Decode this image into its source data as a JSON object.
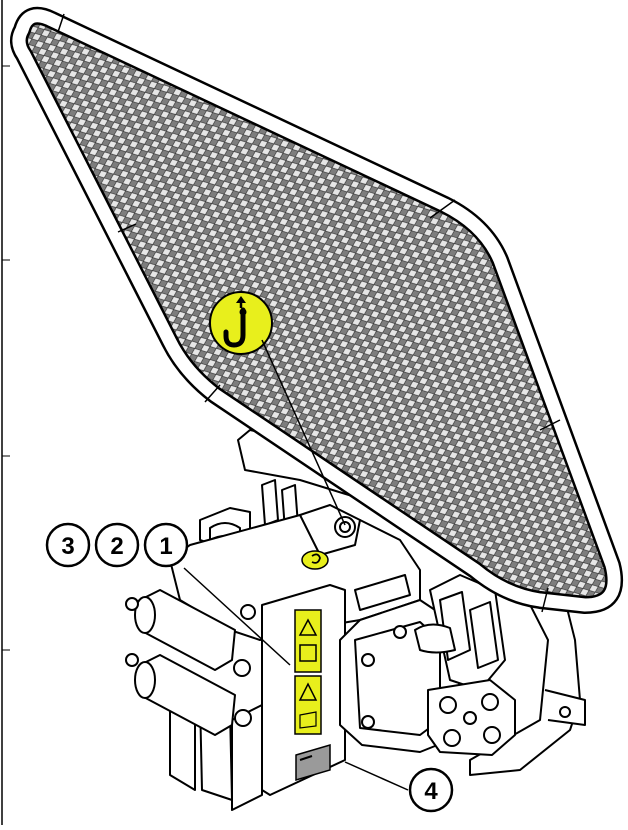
{
  "diagram": {
    "callouts": [
      {
        "id": "callout-3",
        "label": "3"
      },
      {
        "id": "callout-2",
        "label": "2"
      },
      {
        "id": "callout-1",
        "label": "1"
      },
      {
        "id": "callout-4",
        "label": "4"
      }
    ],
    "icons": {
      "lifting_point": "hook-lift-icon",
      "small_lifting_point": "hook-lift-icon",
      "warning_decal_top": "warning-triangle-icon",
      "warning_decal_bottom": "warning-triangle-icon"
    },
    "colors": {
      "line": "#000000",
      "mesh": "#8c8c8c",
      "decal_yellow": "#e8ef1c",
      "plate_grey": "#9a9a9a",
      "background": "#ffffff"
    }
  }
}
